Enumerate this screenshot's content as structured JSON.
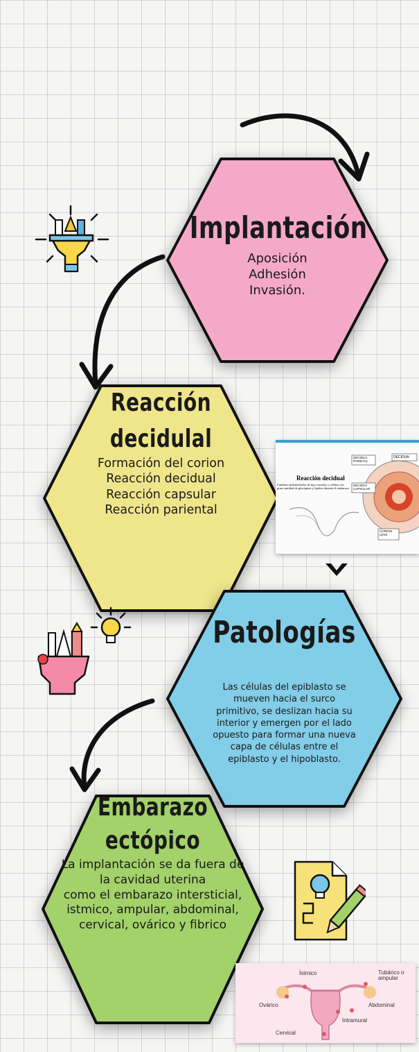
{
  "hex1": {
    "title": "Implantación",
    "lines": [
      "Aposición",
      "Adhesión",
      "Invasión."
    ],
    "color": "#f5a9c9"
  },
  "hex2": {
    "title_line1": "Reacción",
    "title_line2": "decidulal",
    "lines": [
      "Formación del corion",
      "Reacción decidual",
      "Reacción capsular",
      "Reacción pariental"
    ],
    "color": "#efe58a"
  },
  "hex3": {
    "title": "Patologías",
    "paragraph": [
      "Las células del epiblasto se",
      "mueven hacia el surco",
      "primitivo, se deslizan hacia su",
      "interior y emergen por el lado",
      "opuesto para formar una nueva",
      "capa de células entre el",
      "epiblasto y el hipoblasto."
    ],
    "color": "#82cde8"
  },
  "hex4": {
    "title_line1": "Embarazo",
    "title_line2": "ectópico",
    "lines": [
      "La implantación se da fuera de",
      "la cavidad uterina",
      "como el embarazo intersticial,",
      "istmico, ampular, abdominal,",
      "cervical, ovárico y fibrico"
    ],
    "color": "#a3d16a"
  },
  "decidual_image": {
    "heading": "Reacción decidual",
    "description": "Cambios endometriales de tipo vascular y células con gran cantidad de glucógeno y lípidos durante el embarazo",
    "labels": [
      "DECIDUA",
      "DECIDUA PARIETAL",
      "DECIDUA CAPSULAR",
      "CORION LEVE"
    ]
  },
  "ectopic_image": {
    "labels": [
      "Ístmico",
      "Tubárico o ampular",
      "Ovárico",
      "Abdominal",
      "Intramural",
      "Cervical"
    ]
  },
  "icons": [
    "lightbulb-pencil-cup-icon",
    "pencil-cup-lightbulb-icon",
    "document-pencil-icon"
  ]
}
